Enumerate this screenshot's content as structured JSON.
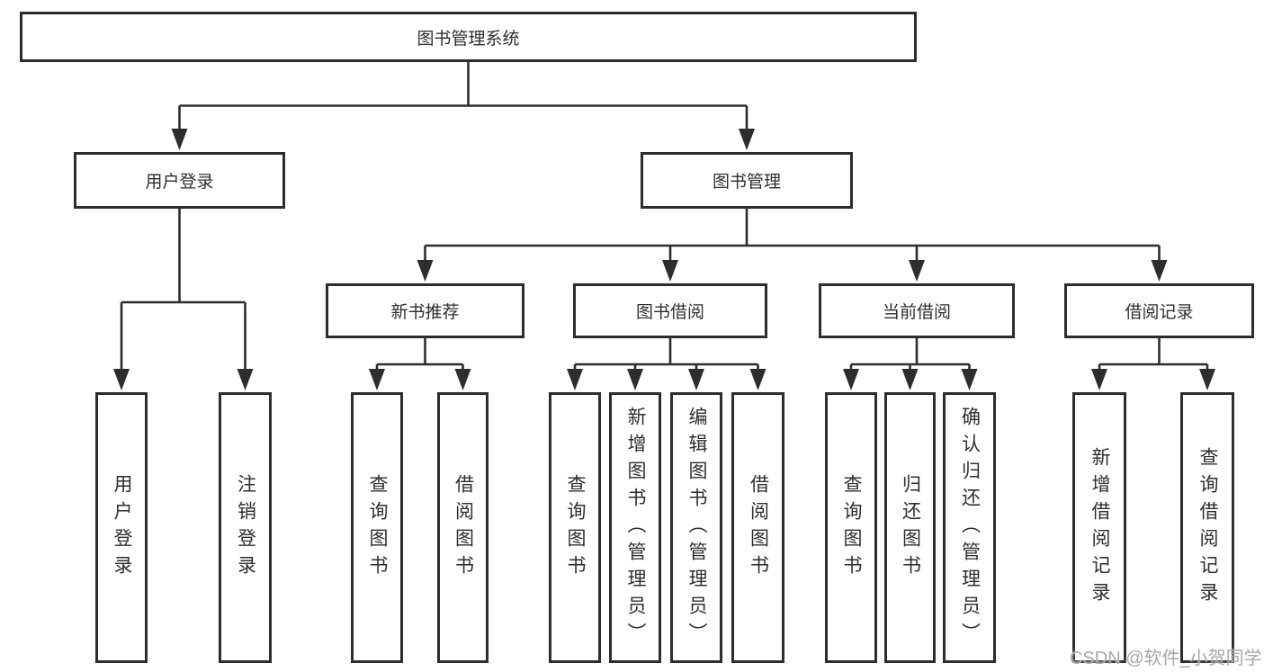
{
  "tree": {
    "root": {
      "label": "图书管理系统"
    },
    "branches": [
      {
        "label": "用户登录",
        "children": [
          {
            "label": "用户登录"
          },
          {
            "label": "注销登录"
          }
        ]
      },
      {
        "label": "图书管理",
        "children": [
          {
            "label": "新书推荐",
            "children": [
              {
                "label": "查询图书"
              },
              {
                "label": "借阅图书"
              }
            ]
          },
          {
            "label": "图书借阅",
            "children": [
              {
                "label": "查询图书"
              },
              {
                "label": "新增图书（管理员）"
              },
              {
                "label": "编辑图书（管理员）"
              },
              {
                "label": "借阅图书"
              }
            ]
          },
          {
            "label": "当前借阅",
            "children": [
              {
                "label": "查询图书"
              },
              {
                "label": "归还图书"
              },
              {
                "label": "确认归还（管理员）"
              }
            ]
          },
          {
            "label": "借阅记录",
            "children": [
              {
                "label": "新增借阅记录"
              },
              {
                "label": "查询借阅记录"
              }
            ]
          }
        ]
      }
    ]
  },
  "watermark": "CSDN @软件_小贺同学",
  "colors": {
    "line": "#2d2d2d",
    "text": "#2e2e2e",
    "background": "#ffffff",
    "watermark": "#a8a8a8"
  }
}
